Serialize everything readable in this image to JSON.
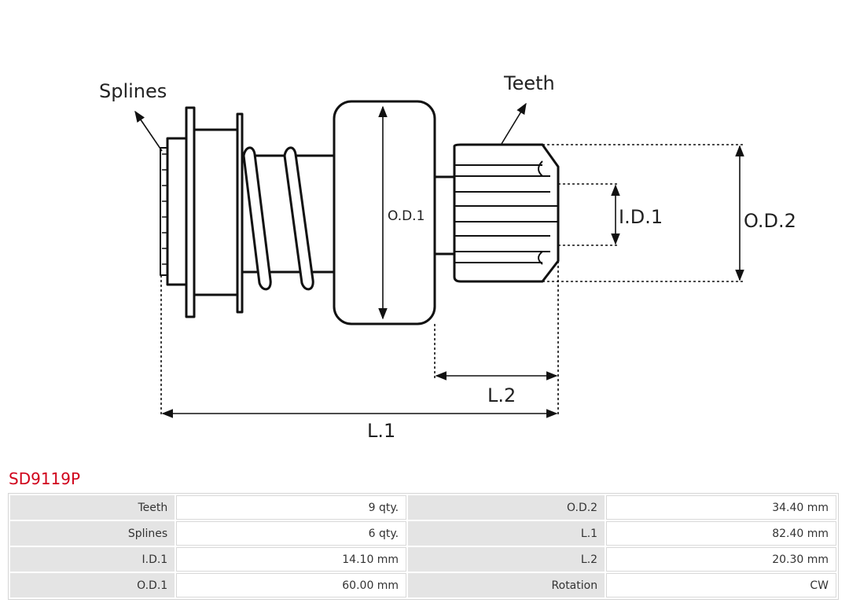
{
  "diagram": {
    "labels": {
      "splines": "Splines",
      "teeth": "Teeth",
      "od1": "O.D.1",
      "od2": "O.D.2",
      "id1": "I.D.1",
      "l1": "L.1",
      "l2": "L.2"
    }
  },
  "product": {
    "code": "SD9119P",
    "title_color": "#d0021b"
  },
  "specs": [
    {
      "left_label": "Teeth",
      "left_value": "9 qty.",
      "right_label": "O.D.2",
      "right_value": "34.40 mm"
    },
    {
      "left_label": "Splines",
      "left_value": "6 qty.",
      "right_label": "L.1",
      "right_value": "82.40 mm"
    },
    {
      "left_label": "I.D.1",
      "left_value": "14.10 mm",
      "right_label": "L.2",
      "right_value": "20.30 mm"
    },
    {
      "left_label": "O.D.1",
      "left_value": "60.00 mm",
      "right_label": "Rotation",
      "right_value": "CW"
    }
  ]
}
